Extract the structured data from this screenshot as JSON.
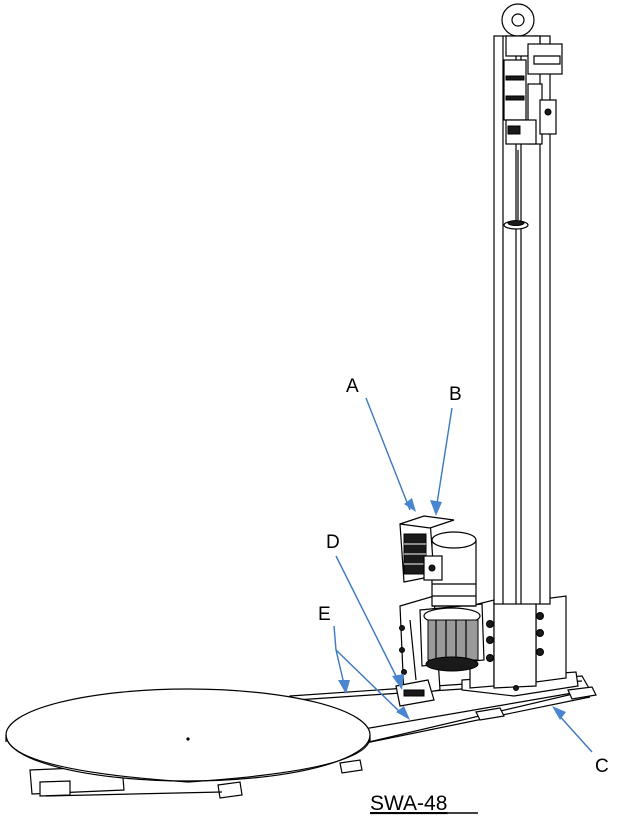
{
  "model": "SWA-48",
  "callouts": {
    "a": "A",
    "b": "B",
    "c": "C",
    "d": "D",
    "e": "E"
  },
  "colors": {
    "arrow": "#4a86cf",
    "line": "#000000",
    "background": "#ffffff"
  }
}
